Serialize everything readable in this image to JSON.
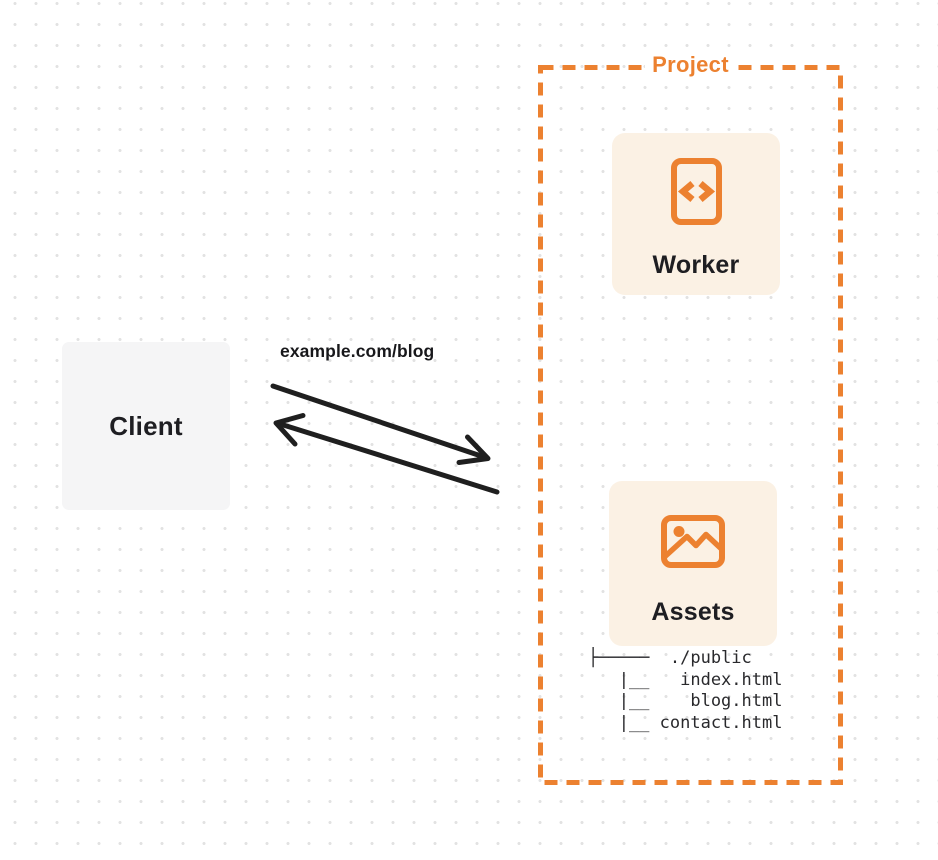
{
  "client": {
    "label": "Client"
  },
  "request": {
    "url": "example.com/blog"
  },
  "project": {
    "label": "Project",
    "accent_color": "#EC8130",
    "card_bg_color": "#FBF1E4",
    "worker": {
      "label": "Worker",
      "icon": "code-document-icon"
    },
    "assets": {
      "label": "Assets",
      "icon": "image-icon",
      "file_tree": [
        "├─────  ./public",
        "   |__   index.html",
        "   |__    blog.html",
        "   |__ contact.html"
      ]
    }
  },
  "colors": {
    "arrow_ink": "#1F1F1F",
    "dot_grid": "#E2E2E2",
    "client_bg": "#F5F5F6"
  }
}
